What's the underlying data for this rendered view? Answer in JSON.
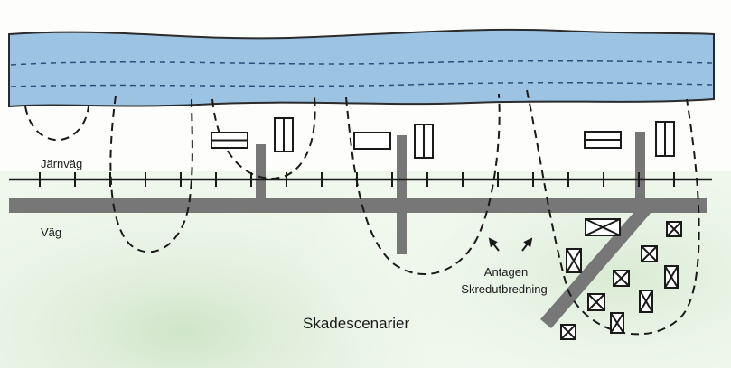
{
  "labels": {
    "railway": "Järnväg",
    "road": "Väg",
    "assumed_line1": "Antagen",
    "assumed_line2": "Skredutbredning",
    "title": "Skadescenarier"
  },
  "colors": {
    "water": "#9cc3e2",
    "water_edge": "#2b2b2b",
    "ground_light": "#ffffff",
    "ground_green": "#d5e8cf",
    "road": "#777777",
    "line": "#1a1a1a"
  },
  "icons": [
    "railway-track",
    "road",
    "building-icon",
    "damaged-building-icon",
    "landslide-extent-dashed-line",
    "arrow-icon"
  ]
}
